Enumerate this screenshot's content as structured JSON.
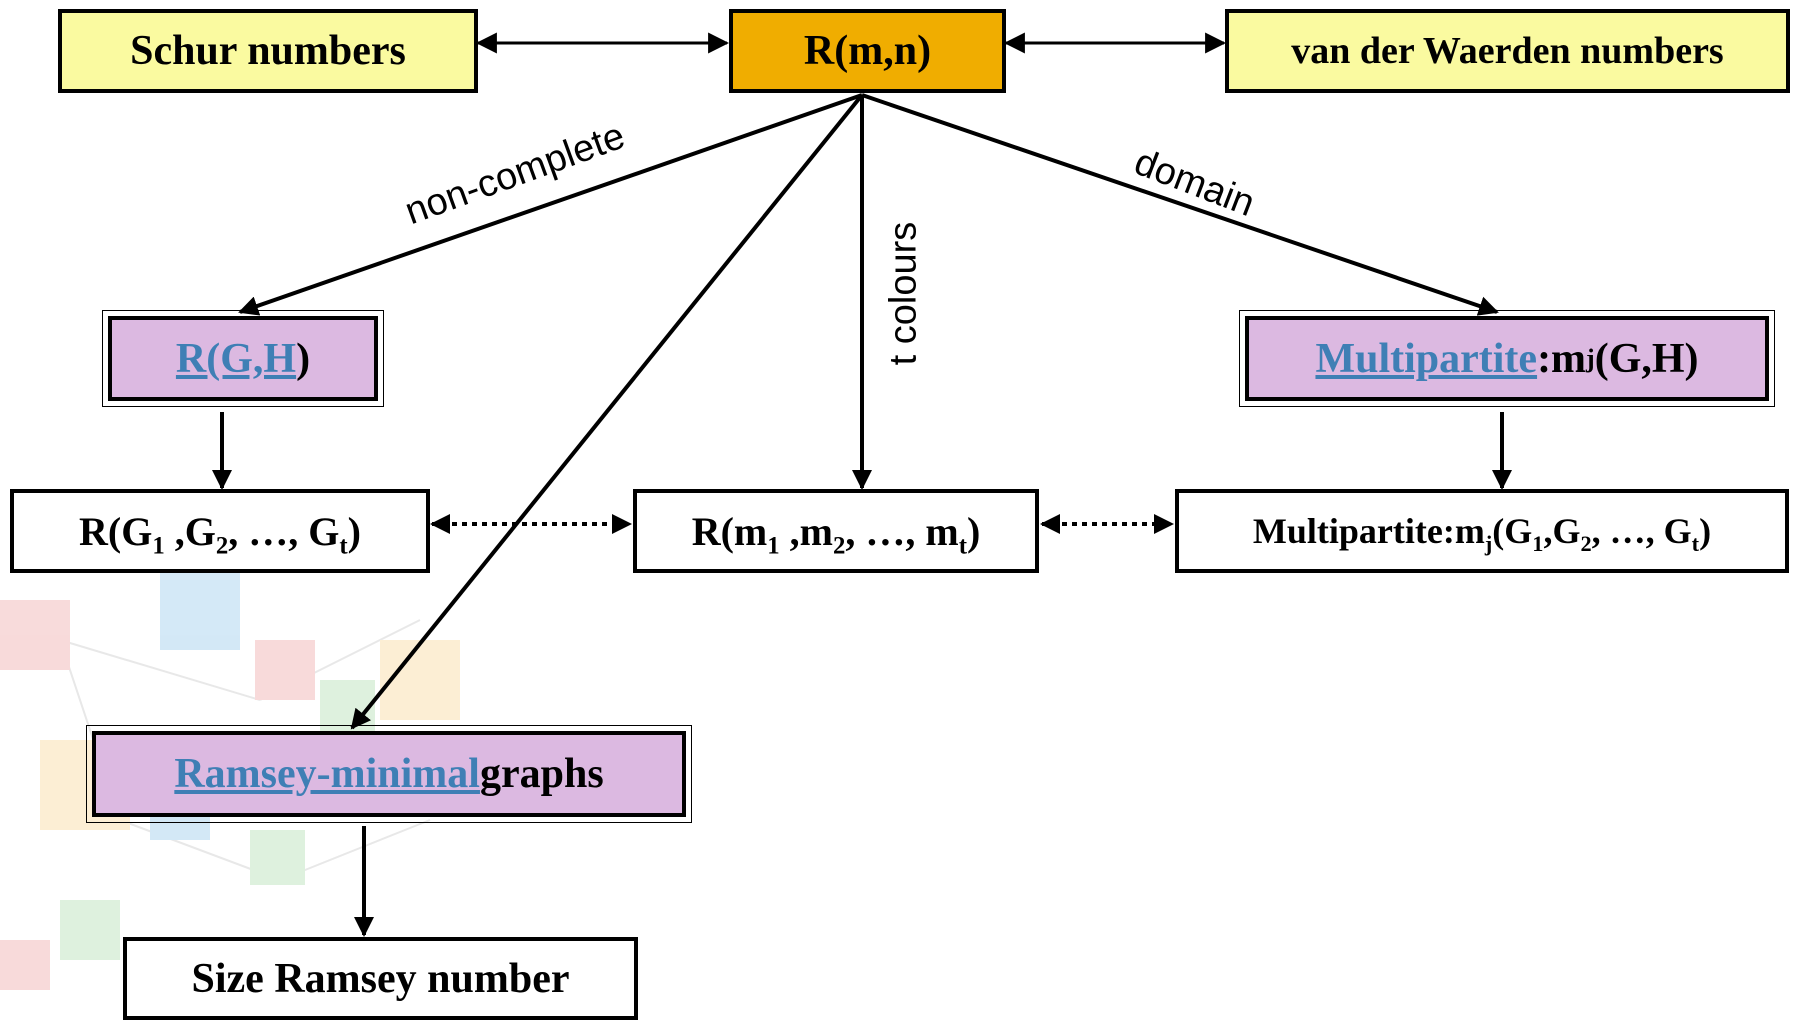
{
  "nodes": {
    "schur": {
      "text": "Schur numbers"
    },
    "rmn": {
      "text": "R(m,n)"
    },
    "vdw": {
      "text": "van der Waerden numbers"
    },
    "rgh": {
      "link": "R(G,H",
      "rest": ")"
    },
    "multipartite": {
      "link": "Multipartite",
      "prefix": " :m",
      "sub": "j",
      "suffix": "(G,H)"
    },
    "rg_multi": {
      "p1": "R(G",
      "s1": "1",
      "p2": " ,G",
      "s2": "2",
      "p3": ", …, G",
      "s3": "t",
      "p4": ")"
    },
    "rm_multi": {
      "p1": "R(m",
      "s1": "1",
      "p2": " ,m",
      "s2": "2",
      "p3": ", …, m",
      "s3": "t",
      "p4": ")"
    },
    "mp_multi": {
      "p0": "Multipartite:m",
      "s0": "j",
      "p1": "(G",
      "s1": "1",
      "p2": ",G",
      "s2": "2",
      "p3": ", …, G",
      "s3": "t",
      "p4": ")"
    },
    "ramsey_minimal": {
      "link": "Ramsey-minimal",
      "rest": " graphs"
    },
    "size_ramsey": {
      "text": "Size Ramsey number"
    }
  },
  "edge_labels": {
    "non_complete": "non-complete",
    "t_colours": "t colours",
    "domain": "domain"
  },
  "colors": {
    "yellow_box": "#fafaa0",
    "orange_box": "#f0ad00",
    "purple_box": "#dcb9e1",
    "link": "#3f7fb5"
  }
}
